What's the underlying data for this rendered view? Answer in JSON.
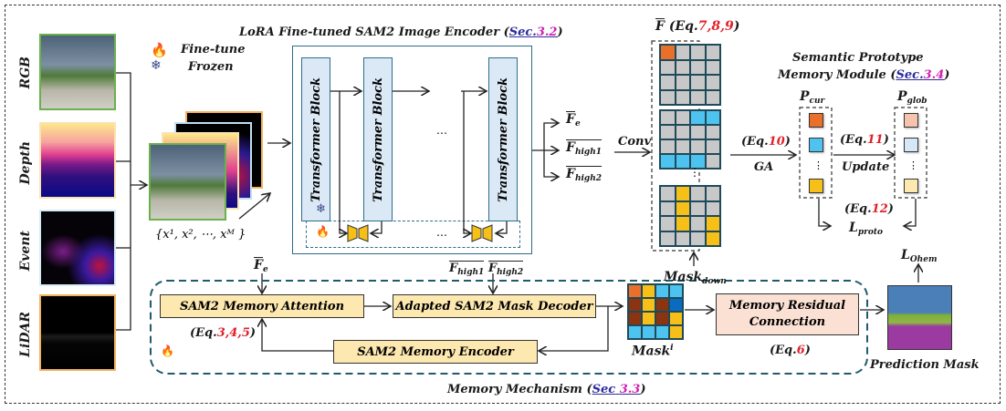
{
  "legend": {
    "finetune": "Fine-tune",
    "frozen": "Frozen",
    "finetune_icon": "flame-icon",
    "frozen_icon": "snowflake-icon"
  },
  "modalities": [
    "RGB",
    "Depth",
    "Event",
    "LiDAR"
  ],
  "input_set": "{x¹, x², ⋯, xᴹ }",
  "encoder": {
    "title": "LoRA Fine-tuned SAM2 Image Encoder (",
    "sec_prefix": "Sec.",
    "sec_num": "3.2",
    "close": ")",
    "block_label": "Transformer Block",
    "ellipsis": "…"
  },
  "features": {
    "fe": "F",
    "fe_sub": "e",
    "fh1": "F",
    "fh1_sub": "high1",
    "fh2": "F",
    "fh2_sub": "high2",
    "conv": "Conv"
  },
  "fbar": {
    "label": "F",
    "eq_prefix": "(Eq.",
    "eq_nums": "7,8,9",
    "eq_close": ")"
  },
  "grids": {
    "g1": [
      "o",
      "g",
      "g",
      "g",
      "g",
      "g",
      "g",
      "g",
      "g",
      "g",
      "g",
      "g",
      "g",
      "g",
      "g",
      "g"
    ],
    "g2": [
      "g",
      "g",
      "b",
      "b",
      "g",
      "g",
      "g",
      "g",
      "g",
      "g",
      "g",
      "g",
      "b",
      "b",
      "b",
      "g"
    ],
    "g3": [
      "g",
      "y",
      "g",
      "g",
      "g",
      "y",
      "g",
      "g",
      "g",
      "y",
      "g",
      "y",
      "g",
      "g",
      "g",
      "y"
    ],
    "mask_i": [
      "o",
      "y",
      "b",
      "b",
      "r",
      "y",
      "r",
      "d",
      "r",
      "y",
      "r",
      "y",
      "b",
      "b",
      "b",
      "y"
    ]
  },
  "colors": {
    "o": "#e8702a",
    "g": "#c8c8c8",
    "b": "#4fc3f0",
    "y": "#f6c018",
    "r": "#8a3412",
    "d": "#0a6cc0"
  },
  "mask_down": {
    "label": "Mask",
    "sub": "down"
  },
  "ga": {
    "eq_prefix": "(Eq.",
    "eq_num": "10",
    "eq_close": ")",
    "label": "GA"
  },
  "prototype": {
    "title_line1": "Semantic Prototype",
    "title_line2": "Memory Module (",
    "sec_prefix": "Sec.",
    "sec_num": "3.4",
    "close": ")",
    "p_cur": "P",
    "p_cur_sub": "cur",
    "p_glob": "P",
    "p_glob_sub": "glob",
    "update_eq_prefix": "(Eq.",
    "update_eq_num": "11",
    "update_eq_close": ")",
    "update": "Update",
    "loss_eq_prefix": "(Eq.",
    "loss_eq_num": "12",
    "loss_eq_close": ")",
    "loss": "L",
    "loss_sub": "proto",
    "cur_colors": [
      "#e8702a",
      "#4fc3f0",
      "#f6c018"
    ],
    "glob_colors": [
      "#f6c3ad",
      "#d6e7f7",
      "#fde8b0"
    ]
  },
  "memory": {
    "fe": "F",
    "fe_sub": "e",
    "fh1": "F",
    "fh1_sub": "high1",
    "fh2": "F",
    "fh2_sub": "high2",
    "attention": "SAM2 Memory Attention",
    "decoder": "Adapted SAM2 Mask Decoder",
    "encoder": "SAM2 Memory Encoder",
    "eq_prefix": "(Eq.",
    "eq_nums": "3,4,5",
    "eq_close": ")",
    "mask_i": "Mask",
    "mask_i_sup": "i",
    "residual_line1": "Memory Residual",
    "residual_line2": "Connection",
    "res_eq_prefix": "(Eq.",
    "res_eq_num": "6",
    "res_eq_close": ")",
    "title": "Memory Mechanism (",
    "sec_prefix": "Sec",
    "sec_num": "3.3",
    "close": ")"
  },
  "prediction": {
    "label": "Prediction Mask",
    "loss": "L",
    "loss_sub": "Ohem"
  }
}
